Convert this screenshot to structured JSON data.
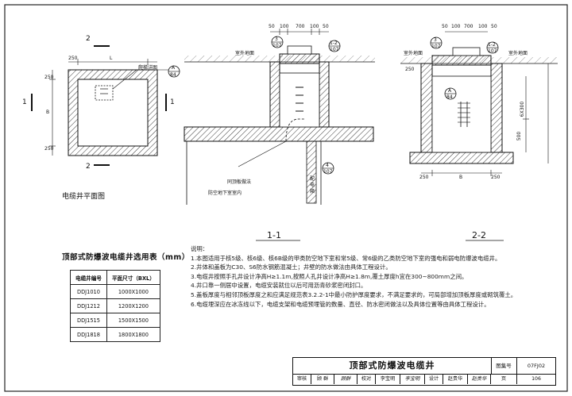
{
  "plan": {
    "view_label_top": "2",
    "view_label_bottom": "2",
    "side_label_left": "1",
    "side_label_right": "1",
    "dim_side": "250",
    "dim_L": "L",
    "dim_B": "B",
    "dim_250_top": "250",
    "dim_250_bottom": "250",
    "ladder_note": "爬梯详图",
    "detail_ref_num": "A",
    "detail_ref_page": "84",
    "caption": "电缆井平面图"
  },
  "section1": {
    "dims_top": [
      "50",
      "100",
      "700",
      "100",
      "50"
    ],
    "ref3_num": "3",
    "ref3_page": "107",
    "ref12_num": "1-2",
    "ref12_page": "107",
    "ground_label": "室外地面",
    "ref4_num": "4",
    "ref4_page": "107",
    "label_pipe": "同顶板做法",
    "label_basement": "防空地下室室内",
    "label_room": "配电箱",
    "caption": "1-1"
  },
  "section2": {
    "dims_top": [
      "50",
      "100",
      "700",
      "100",
      "50"
    ],
    "ref3_num": "3",
    "ref3_page": "107",
    "ref12_num": "1-2",
    "ref12_page": "107",
    "ground_left": "室外地面",
    "ground_right": "室外地面",
    "refA_num": "A",
    "refA_page": "84",
    "dim_250": "250",
    "dim_vertical": "6X300",
    "dim_500": "500",
    "dim_bottom_250a": "250",
    "dim_bottom_B": "B",
    "dim_bottom_250b": "250",
    "caption": "2-2"
  },
  "selection_table": {
    "title": "顶部式防爆波电缆井选用表（mm）",
    "headers": [
      "电缆井编号",
      "平面尺寸（BXL）"
    ],
    "rows": [
      [
        "DDJ1010",
        "1000X1000"
      ],
      [
        "DDJ1212",
        "1200X1200"
      ],
      [
        "DDJ1515",
        "1500X1500"
      ],
      [
        "DDJ1818",
        "1800X1800"
      ]
    ]
  },
  "notes": {
    "heading": "说明：",
    "items": [
      "1.本图适用于核5级、核6级、核6B级的甲类防空地下室和常5级、常6级的乙类防空地下室的强电和弱电防爆波电缆井。",
      "2.井体和盖板为C30、S6防水钢筋混凝土；井壁的防水做法由具体工程设计。",
      "3.电缆井按照手孔井设计净高H≥1.1m,按照人孔井设计净高H≥1.8m,覆土厚度h宜在300~800mm之间。",
      "4.井口靠一侧居中设置，电缆安装就位以后可用沥青砂浆密闭封口。",
      "5.盖板厚度与相邻顶板厚度之和应满足规范表3.2.2-1中最小防护厚度要求，不满足要求的，可局部增加顶板厚度或砌筑覆土。",
      "6.电缆埋深应在冰冻线以下，电缆支架和电缆预埋管的数量、直径、防水密闭做法以及具体位置等由具体工程设计。"
    ]
  },
  "title_block": {
    "title": "顶部式防爆波电缆井",
    "atlas_label": "图集号",
    "atlas_no": "07FJ02",
    "page_label": "页",
    "page_no": "106",
    "sign_row": [
      "审核",
      "顾 群",
      "顾群",
      "校对",
      "李宝明",
      "李宝明",
      "设计",
      "赵贵华",
      "赵贵华"
    ]
  }
}
